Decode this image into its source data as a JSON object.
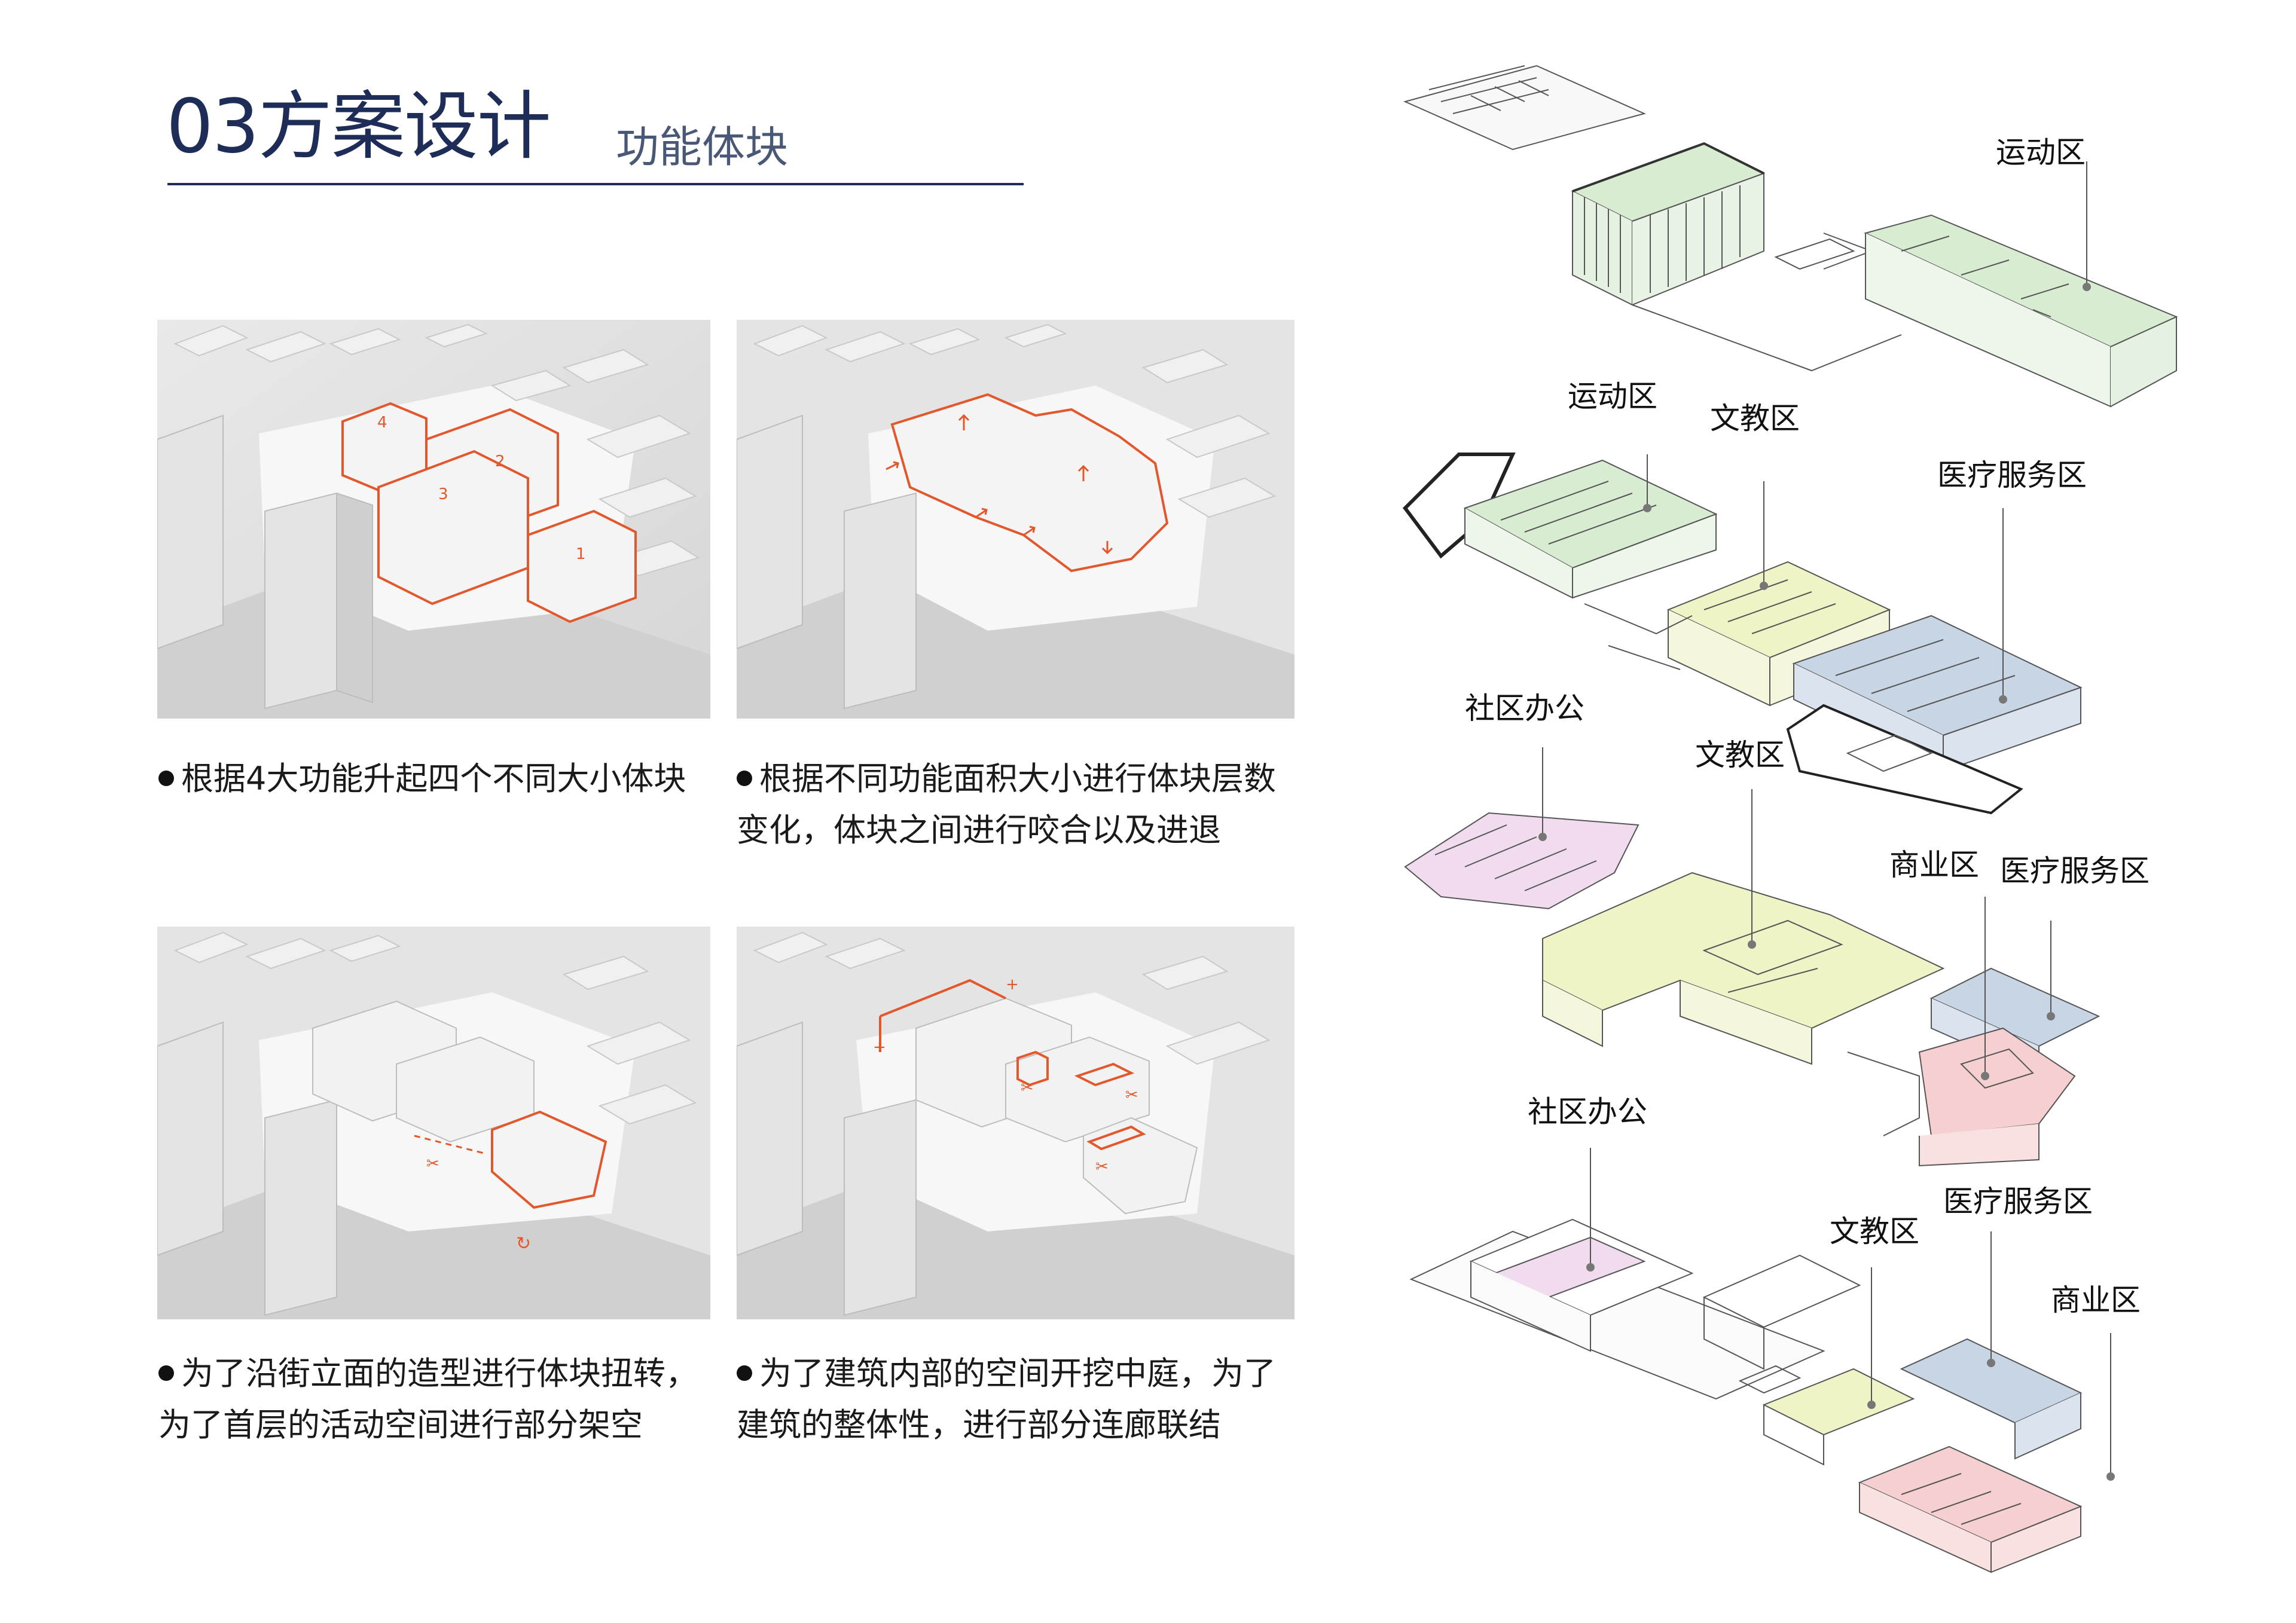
{
  "header": {
    "title": "03方案设计",
    "subtitle": "功能体块"
  },
  "steps": [
    {
      "caption": "根据4大功能升起四个不同大小体块",
      "block_numbers": [
        "4",
        "2",
        "3",
        "1"
      ]
    },
    {
      "caption": "根据不同功能面积大小进行体块层数变化，体块之间进行咬合以及进退"
    },
    {
      "caption": "为了沿街立面的造型进行体块扭转，为了首层的活动空间进行部分架空"
    },
    {
      "caption": "为了建筑内部的空间开挖中庭，为了建筑的整体性，进行部分连廊联结"
    }
  ],
  "axonometric": {
    "level4": {
      "labels": [
        "运动区"
      ]
    },
    "level3": {
      "labels": [
        "运动区",
        "文教区",
        "医疗服务区"
      ]
    },
    "level2": {
      "labels": [
        "社区办公",
        "文教区",
        "商业区",
        "医疗服务区"
      ]
    },
    "level1": {
      "labels": [
        "社区办公",
        "文教区",
        "医疗服务区",
        "商业区"
      ]
    }
  },
  "colors": {
    "title": "#1d2d57",
    "highlight_outline": "#e2572b",
    "sport_zone": "#d8ecd2",
    "education_zone": "#eff3c6",
    "medical_zone": "#c7d5e4",
    "community_office": "#f1dcef",
    "commercial_zone": "#f6d0d0"
  }
}
